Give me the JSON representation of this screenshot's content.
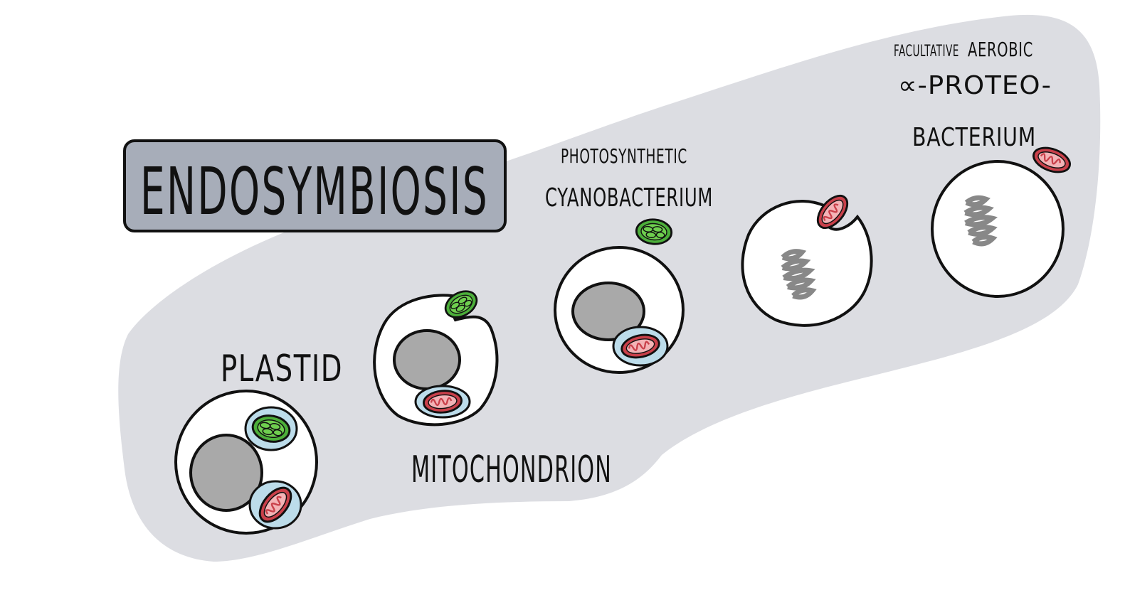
{
  "title": "ENDOSYMBIOSIS",
  "labels": {
    "plastid": "PLASTID",
    "mitochondrion": "MITOCHONDRION",
    "cyano_line1": "PHOTOSYNTHETIC",
    "cyano_line2": "CYANOBACTERIUM",
    "proteo_prefix_small": "FACULTATIVE",
    "proteo_prefix": "AEROBIC",
    "proteo_line2": "∝-PROTEO-",
    "proteo_line3": "BACTERIUM"
  },
  "colors": {
    "band": "#dcdde2",
    "title_box": "#a7adb9",
    "cell": "#ffffff",
    "nucleus": "#a9a9a9",
    "chloroplast": "#4caf3a",
    "mitochondrion": "#c9404a",
    "membrane": "#bcdcea",
    "outline": "#111111"
  }
}
